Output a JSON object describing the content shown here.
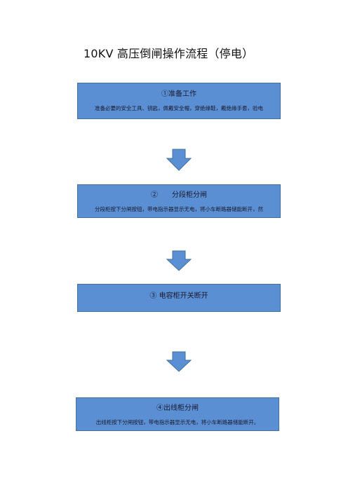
{
  "page": {
    "title": "10KV 高压倒闸操作流程（停电）"
  },
  "steps": [
    {
      "title": "①准备工作",
      "description": "准备必要的安全工具、钥匙，佩戴安全帽，穿绝缘鞋，戴绝缘手套，验电"
    },
    {
      "title": "②　　分段柜分闸",
      "description": "分段柜按下分闸按钮，带电指示器显示无电，将小车断路器储能断开，然"
    },
    {
      "title": "③  电容柜开关断开",
      "description": " "
    },
    {
      "title": "④出线柜分闸",
      "description": "出线柜按下分闸按钮，带电指示器显示无电，将小车断路器储能断开。"
    }
  ],
  "colors": {
    "box_fill": "#5b8fd3",
    "box_border": "#41719c",
    "arrow_fill": "#5b8fd3"
  }
}
